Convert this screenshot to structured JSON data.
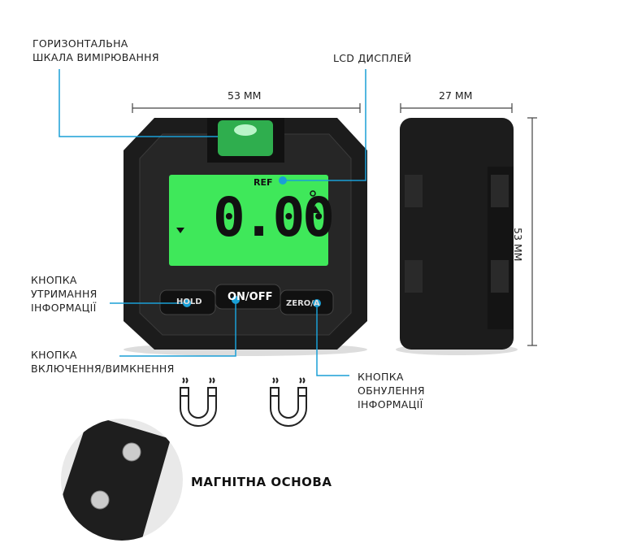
{
  "labels": {
    "horizontal_scale": [
      "ГОРИЗОНТАЛЬНА",
      "ШКАЛА ВИМІРЮВАННЯ"
    ],
    "lcd": "LCD ДИСПЛЕЙ",
    "hold_button": [
      "КНОПКА",
      "УТРИМАННЯ",
      "ІНФОРМАЦІЇ"
    ],
    "power_button": [
      "КНОПКА",
      "ВКЛЮЧЕННЯ/ВИМКНЕННЯ"
    ],
    "zero_button": [
      "КНОПКА",
      "ОБНУЛЕННЯ",
      "ІНФОРМАЦІЇ"
    ],
    "magnetic_base": "МАГНІТНА ОСНОВА"
  },
  "dimensions": {
    "width": "53 MM",
    "depth": "27 MM",
    "height": "53 MM"
  },
  "device": {
    "display_value": "0.00",
    "ref": "REF",
    "buttons": [
      "HOLD",
      "ON/OFF",
      "ZERO/A"
    ]
  },
  "colors": {
    "accent": "#1a9fd6",
    "lcd": "#3fe85a",
    "body": "#1c1c1c"
  }
}
